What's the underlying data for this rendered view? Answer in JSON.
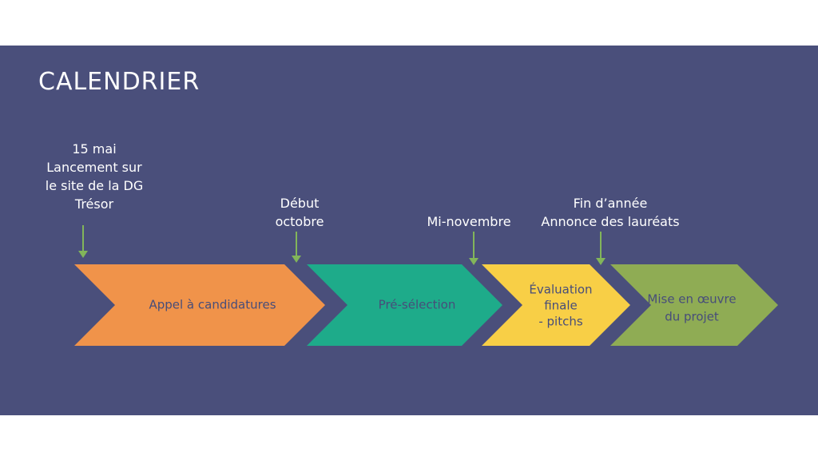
{
  "slide": {
    "title": "CALENDRIER",
    "background_color": "#4a4f7b"
  },
  "milestones": [
    {
      "lines": [
        "15 mai",
        "Lancement sur",
        "le site de la DG",
        "Trésor"
      ]
    },
    {
      "lines": [
        "Début",
        "octobre"
      ]
    },
    {
      "lines": [
        "Mi-novembre"
      ]
    },
    {
      "lines": [
        "Fin d’année",
        "Annonce des lauréats"
      ]
    }
  ],
  "phases": [
    {
      "lines": [
        "Appel à candidatures"
      ],
      "color": "#f0934a"
    },
    {
      "lines": [
        "Pré-sélection"
      ],
      "color": "#1eab8a"
    },
    {
      "lines": [
        "Évaluation",
        "finale",
        "- pitchs"
      ],
      "color": "#f8cf46"
    },
    {
      "lines": [
        "Mise en œuvre",
        "du projet"
      ],
      "color": "#8fac54"
    }
  ],
  "arrow_color": "#82b55a",
  "text_color_dark": "#474d7a"
}
